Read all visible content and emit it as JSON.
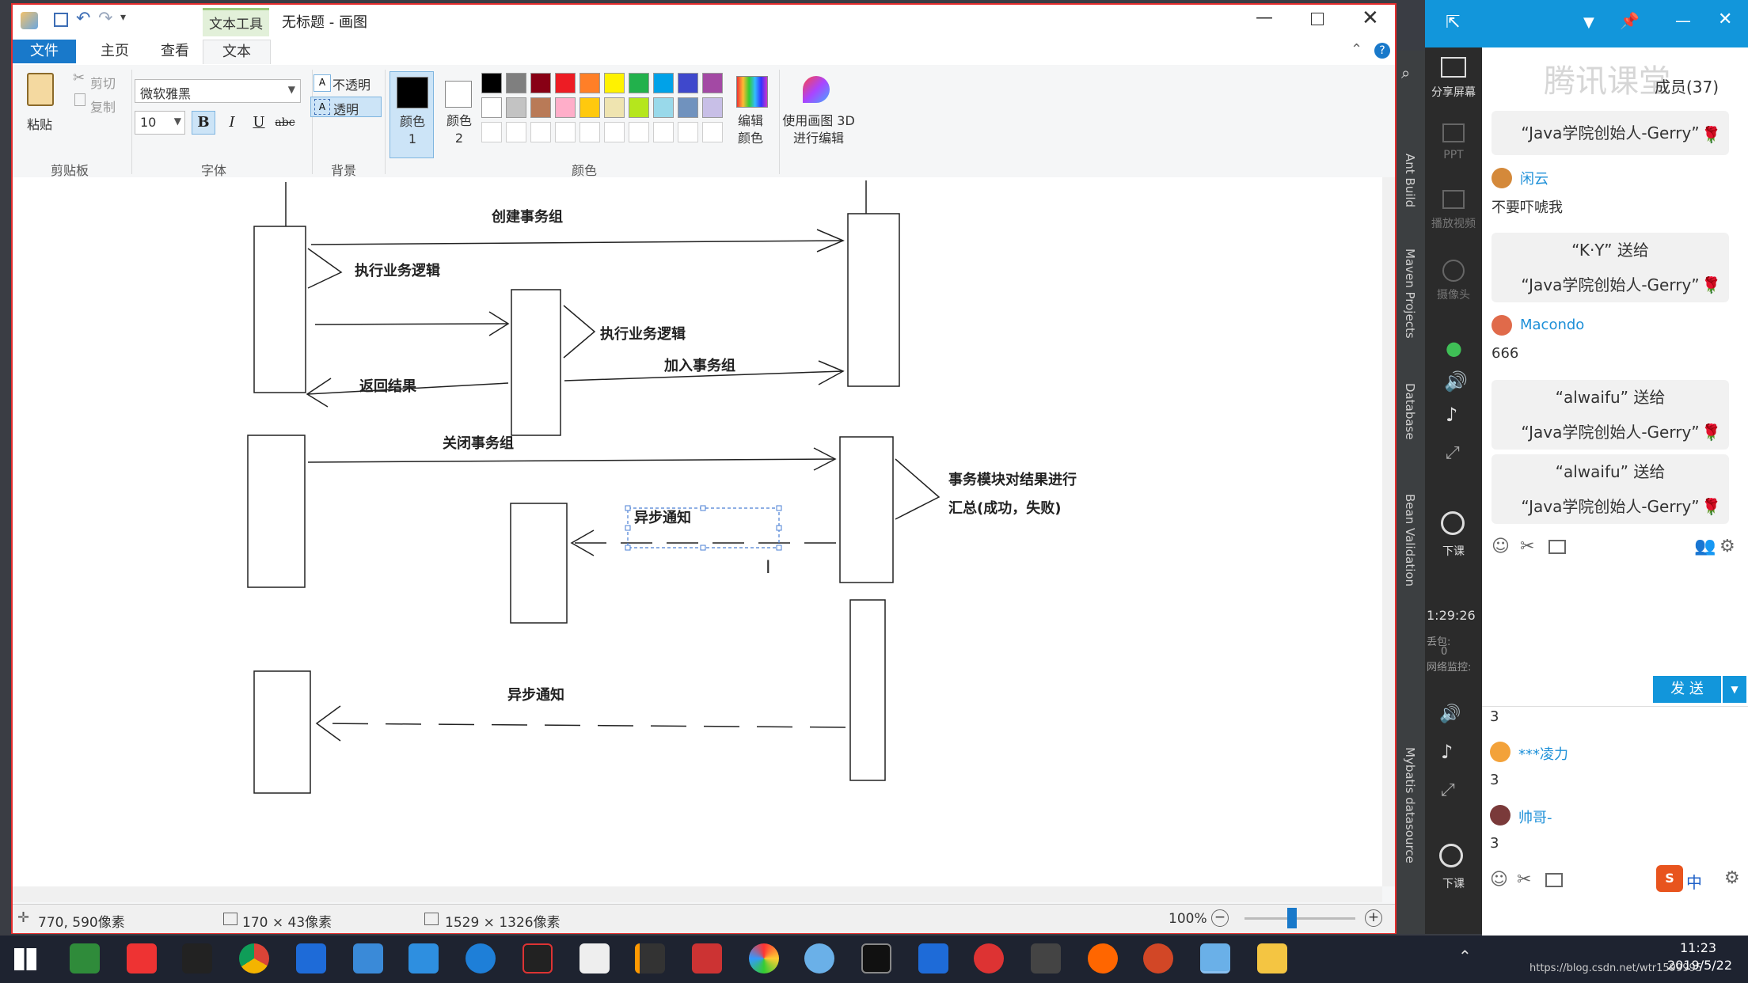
{
  "paint": {
    "title": "无标题 - 画图",
    "context_tab": "文本工具",
    "tabs": [
      "文件",
      "主页",
      "查看",
      "文本"
    ],
    "clipboard": {
      "paste": "粘贴",
      "cut": "剪切",
      "copy": "复制",
      "group": "剪贴板"
    },
    "font": {
      "name": "微软雅黑",
      "size": "10",
      "bold": "B",
      "italic": "I",
      "underline": "U",
      "strike": "abc",
      "group": "字体"
    },
    "background": {
      "opaque": "不透明",
      "transparent": "透明",
      "group": "背景"
    },
    "colors": {
      "color1": "颜色 1",
      "color2": "颜色 2",
      "edit": "编辑颜色",
      "paint3d": "使用画图 3D 进行编辑",
      "group": "颜色",
      "palette_row1": [
        "#000000",
        "#7f7f7f",
        "#880015",
        "#ed1c24",
        "#ff7f27",
        "#fff200",
        "#22b14c",
        "#00a2e8",
        "#3f48cc",
        "#a349a4"
      ],
      "palette_row2": [
        "#ffffff",
        "#c3c3c3",
        "#b97a57",
        "#ffaec9",
        "#ffc90e",
        "#efe4b0",
        "#b5e61d",
        "#99d9ea",
        "#7092be",
        "#c8bfe7"
      ]
    },
    "diagram": {
      "create_group": "创建事务组",
      "exec_logic_1": "执行业务逻辑",
      "exec_logic_2": "执行业务逻辑",
      "join_group": "加入事务组",
      "return_result": "返回结果",
      "close_group": "关闭事务组",
      "summary_1": "事务模块对结果进行",
      "summary_2": "汇总(成功，失败)",
      "async_notify_1": "异步通知",
      "async_notify_2": "异步通知"
    },
    "status": {
      "cursor": "770, 590像素",
      "selection": "170 × 43像素",
      "size": "1529 × 1326像素",
      "zoom": "100%"
    }
  },
  "ide": {
    "labels": [
      "Ant Build",
      "Maven Projects",
      "Database",
      "Bean Validation",
      "Mybatis datasource"
    ]
  },
  "qq": {
    "brand": "腾讯课堂",
    "members": "成员(37)",
    "side": {
      "share": "分享屏幕",
      "ppt": "PPT",
      "video": "播放视频",
      "camera": "摄像头",
      "end_class": "下课",
      "end_class_2": "下课",
      "time": "1:29:26",
      "loss": "丢包:",
      "loss_value": "0",
      "monitor": "网络监控:"
    },
    "messages": [
      {
        "type": "gift",
        "line1": "",
        "line2": "“Java学院创始人-Gerry”"
      },
      {
        "type": "user",
        "name": "闲云",
        "text": "不要吓唬我"
      },
      {
        "type": "gift",
        "line1": "“K·Y” 送给",
        "line2": "“Java学院创始人-Gerry”"
      },
      {
        "type": "user",
        "name": "Macondo",
        "text": "666"
      },
      {
        "type": "gift",
        "line1": "“alwaifu” 送给",
        "line2": "“Java学院创始人-Gerry”"
      },
      {
        "type": "gift",
        "line1": "“alwaifu” 送给",
        "line2": "“Java学院创始人-Gerry”"
      }
    ],
    "send": "发 送",
    "lower_messages": [
      {
        "name": "",
        "text": "3"
      },
      {
        "name": "***凌力",
        "text": "3"
      },
      {
        "name": "帅哥-",
        "text": "3"
      }
    ],
    "ime": "中"
  },
  "taskbar": {
    "time": "11:23",
    "date": "2019/5/22",
    "watermark": "https://blog.csdn.net/wtr1599995"
  }
}
